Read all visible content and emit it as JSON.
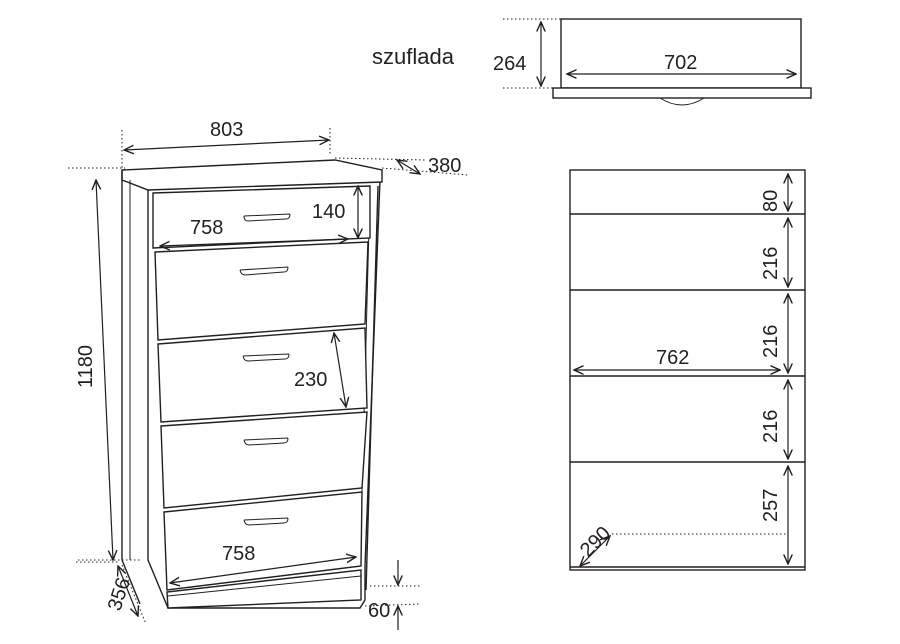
{
  "drawer_label": "szuflada",
  "drawer_detail": {
    "height": "264",
    "width": "702"
  },
  "front_view": {
    "top_width": "803",
    "depth": "380",
    "top_drawer_width": "758",
    "top_drawer_height": "140",
    "drawer_front_height": "230",
    "total_height": "1180",
    "bottom_drawer_width": "758",
    "base_depth": "356",
    "base_height": "60"
  },
  "side_view": {
    "top_section": "80",
    "section_2": "216",
    "section_3": "216",
    "inner_width": "762",
    "section_4": "216",
    "section_5": "257",
    "bottom_depth": "290"
  },
  "colors": {
    "line": "#231f20",
    "background": "#ffffff"
  }
}
